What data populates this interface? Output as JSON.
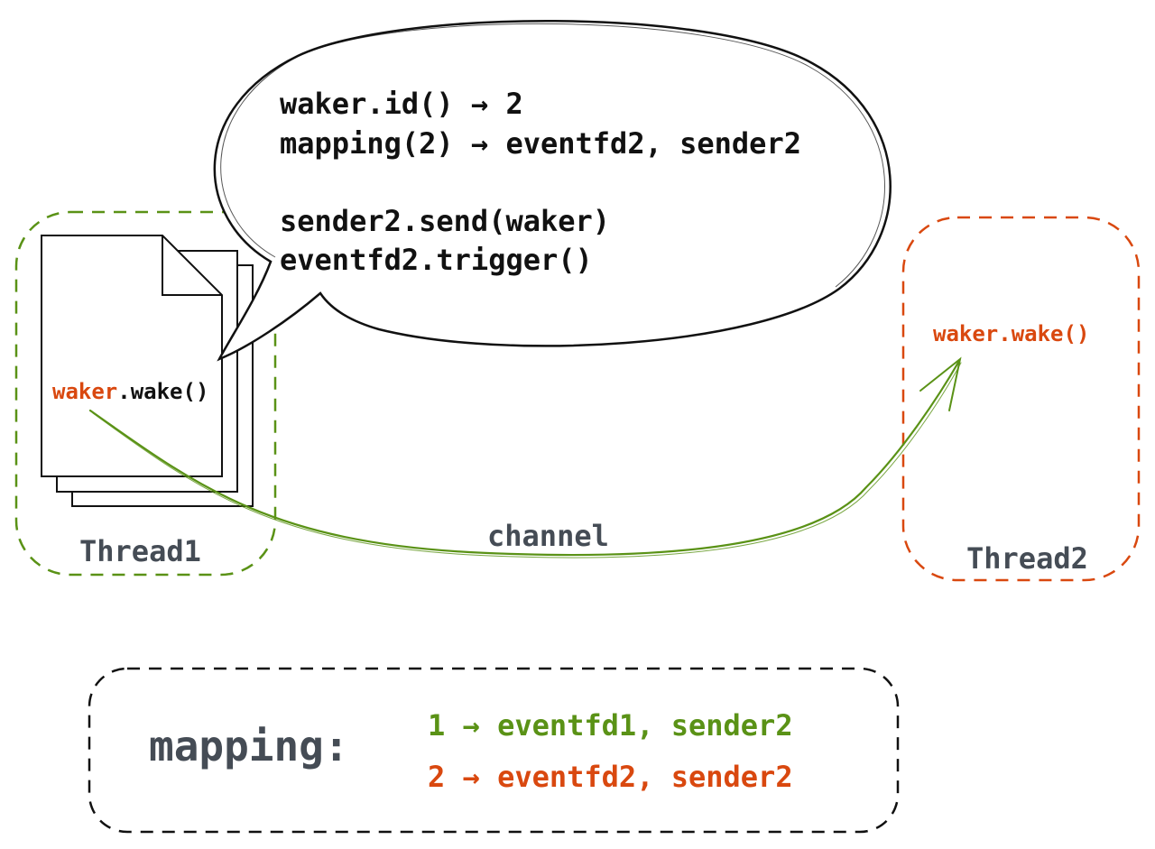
{
  "colors": {
    "green": "#5a9216",
    "orange": "#d9480f",
    "gray": "#454c55",
    "black": "#111111"
  },
  "bubble": {
    "lines": [
      "waker.id() → 2",
      "mapping(2) → eventfd2, sender2",
      "",
      "sender2.send(waker)",
      "eventfd2.trigger()"
    ]
  },
  "thread1": {
    "label": "Thread1",
    "waker_prefix": "waker",
    "waker_suffix": ".wake()"
  },
  "thread2": {
    "label": "Thread2",
    "waker_call": "waker.wake()"
  },
  "channel": {
    "label": "channel"
  },
  "mapping": {
    "title": "mapping:",
    "rows": [
      {
        "text": "1 → eventfd1, sender2",
        "color": "#5a9216"
      },
      {
        "text": "2 → eventfd2, sender2",
        "color": "#d9480f"
      }
    ]
  }
}
